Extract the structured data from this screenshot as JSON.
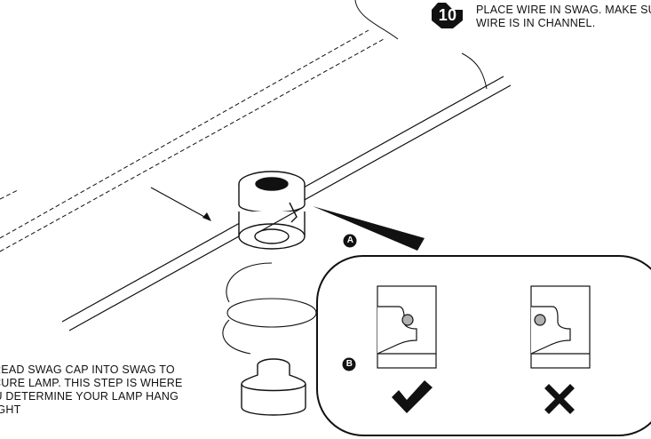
{
  "step": {
    "number": "10",
    "lines": [
      "PLACE WIRE IN SWAG. MAKE SURE",
      "WIRE IS IN CHANNEL."
    ]
  },
  "callouts": {
    "a": "A",
    "b": "B"
  },
  "instruction": {
    "lines": [
      "THREAD SWAG CAP INTO SWAG TO",
      "SECURE LAMP. THIS STEP IS WHERE",
      "YOU DETERMINE YOUR LAMP HANG",
      "HEIGHT"
    ]
  },
  "detail_panel": {
    "correct_icon": "checkmark-icon",
    "incorrect_icon": "x-mark-icon"
  },
  "colors": {
    "ink": "#111111",
    "wire_dot": "#b0b0b0",
    "background": "#ffffff"
  }
}
